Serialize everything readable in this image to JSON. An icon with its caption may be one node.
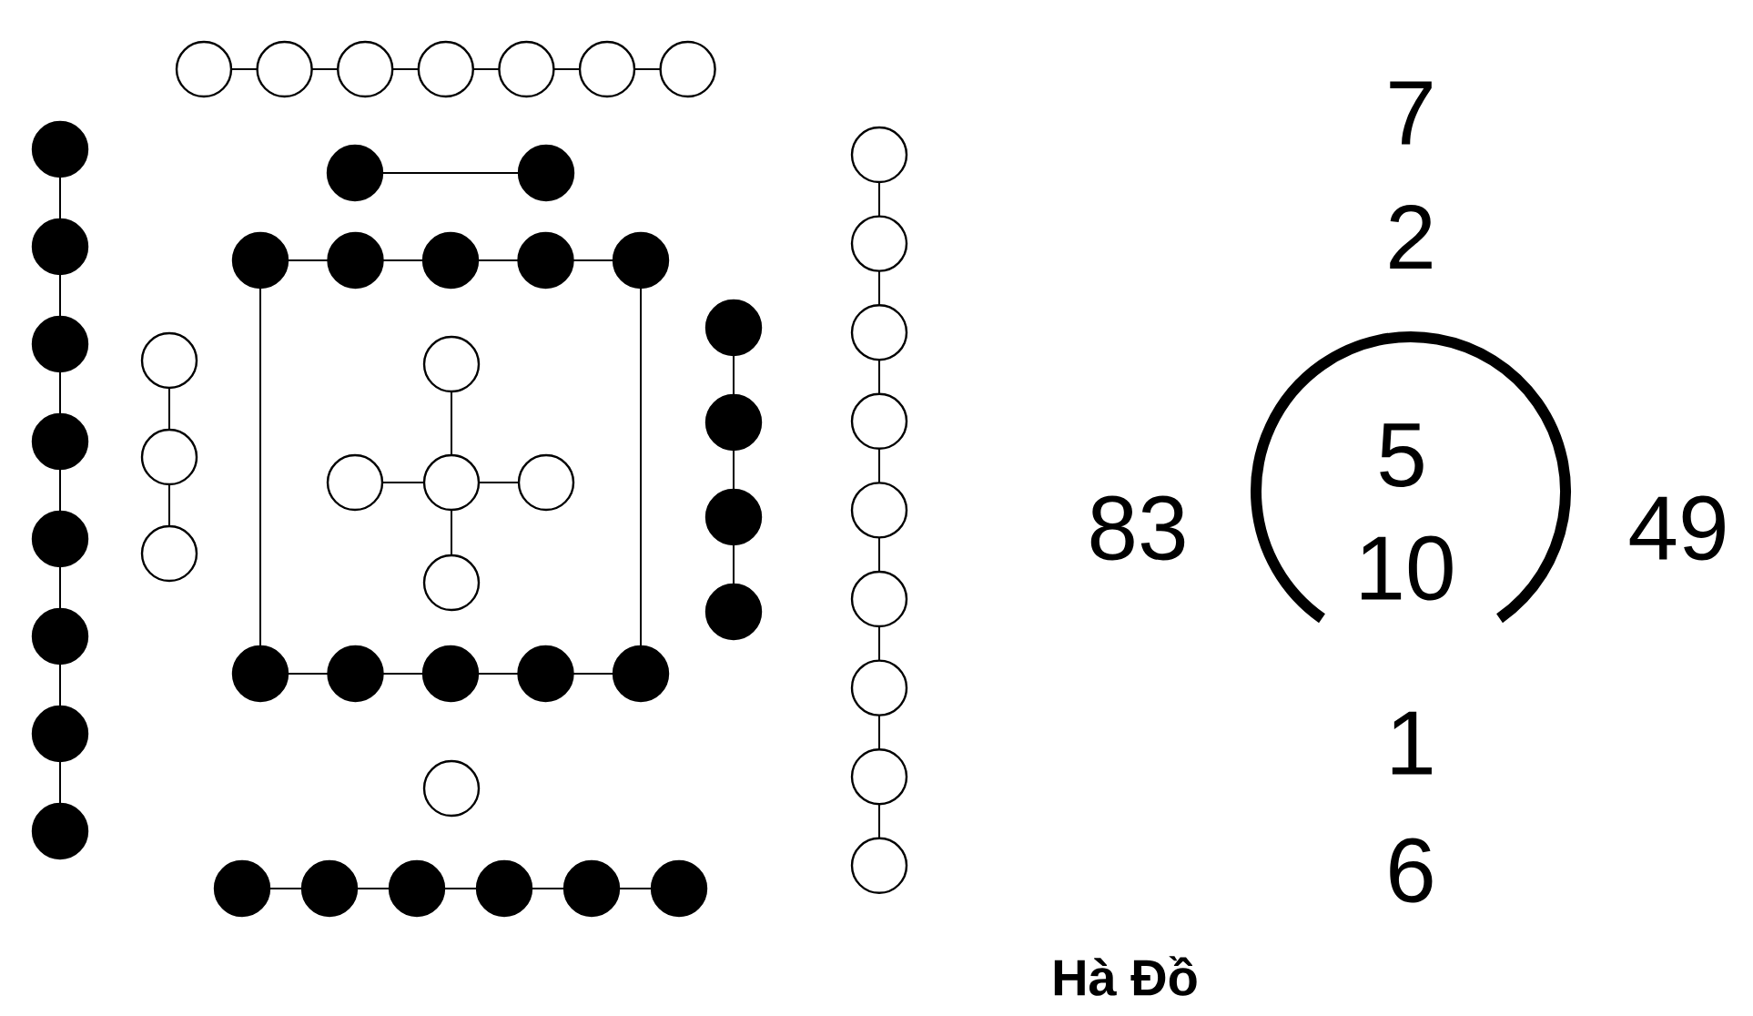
{
  "diagram": {
    "caption": "Hà Đồ",
    "labels": [
      "7",
      "2",
      "83",
      "5",
      "10",
      "49",
      "1",
      "6"
    ]
  }
}
